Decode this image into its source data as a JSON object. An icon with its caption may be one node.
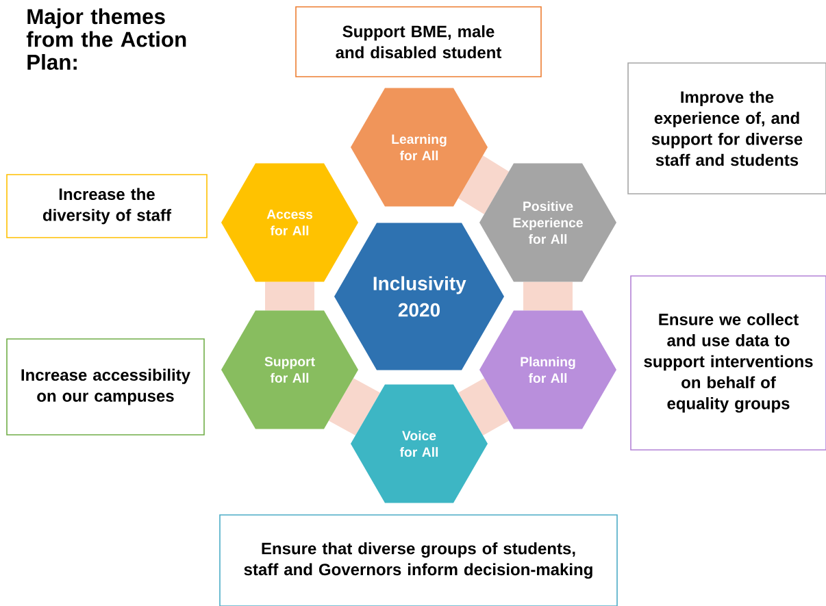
{
  "diagram": {
    "title": "Major themes from the Action Plan:",
    "nodes": [
      {
        "text": [
          "Support BME, male and disabled student"
        ]
      },
      {
        "text": [
          "Learning for All"
        ]
      },
      {
        "text": [
          "Improve the experience of, and support for diverse staff and students"
        ]
      },
      {
        "text": [
          "Increase the diversity of staff"
        ]
      },
      {
        "text": [
          "Access for All"
        ]
      },
      {
        "text": [
          "Positive Experience for All"
        ]
      },
      {
        "text": [
          "Inclusivity 2020"
        ]
      },
      {
        "text": [
          "Ensure we collect and use data to support interventions on behalf of equality groups"
        ]
      },
      {
        "text": [
          "Increase accessibility on our campuses"
        ]
      },
      {
        "text": [
          "Support for All"
        ]
      },
      {
        "text": [
          "Planning for All"
        ]
      },
      {
        "text": [
          "Voice for All"
        ]
      },
      {
        "text": [
          "Ensure that diverse groups of students, staff and Governors inform decision-making"
        ]
      }
    ]
  }
}
